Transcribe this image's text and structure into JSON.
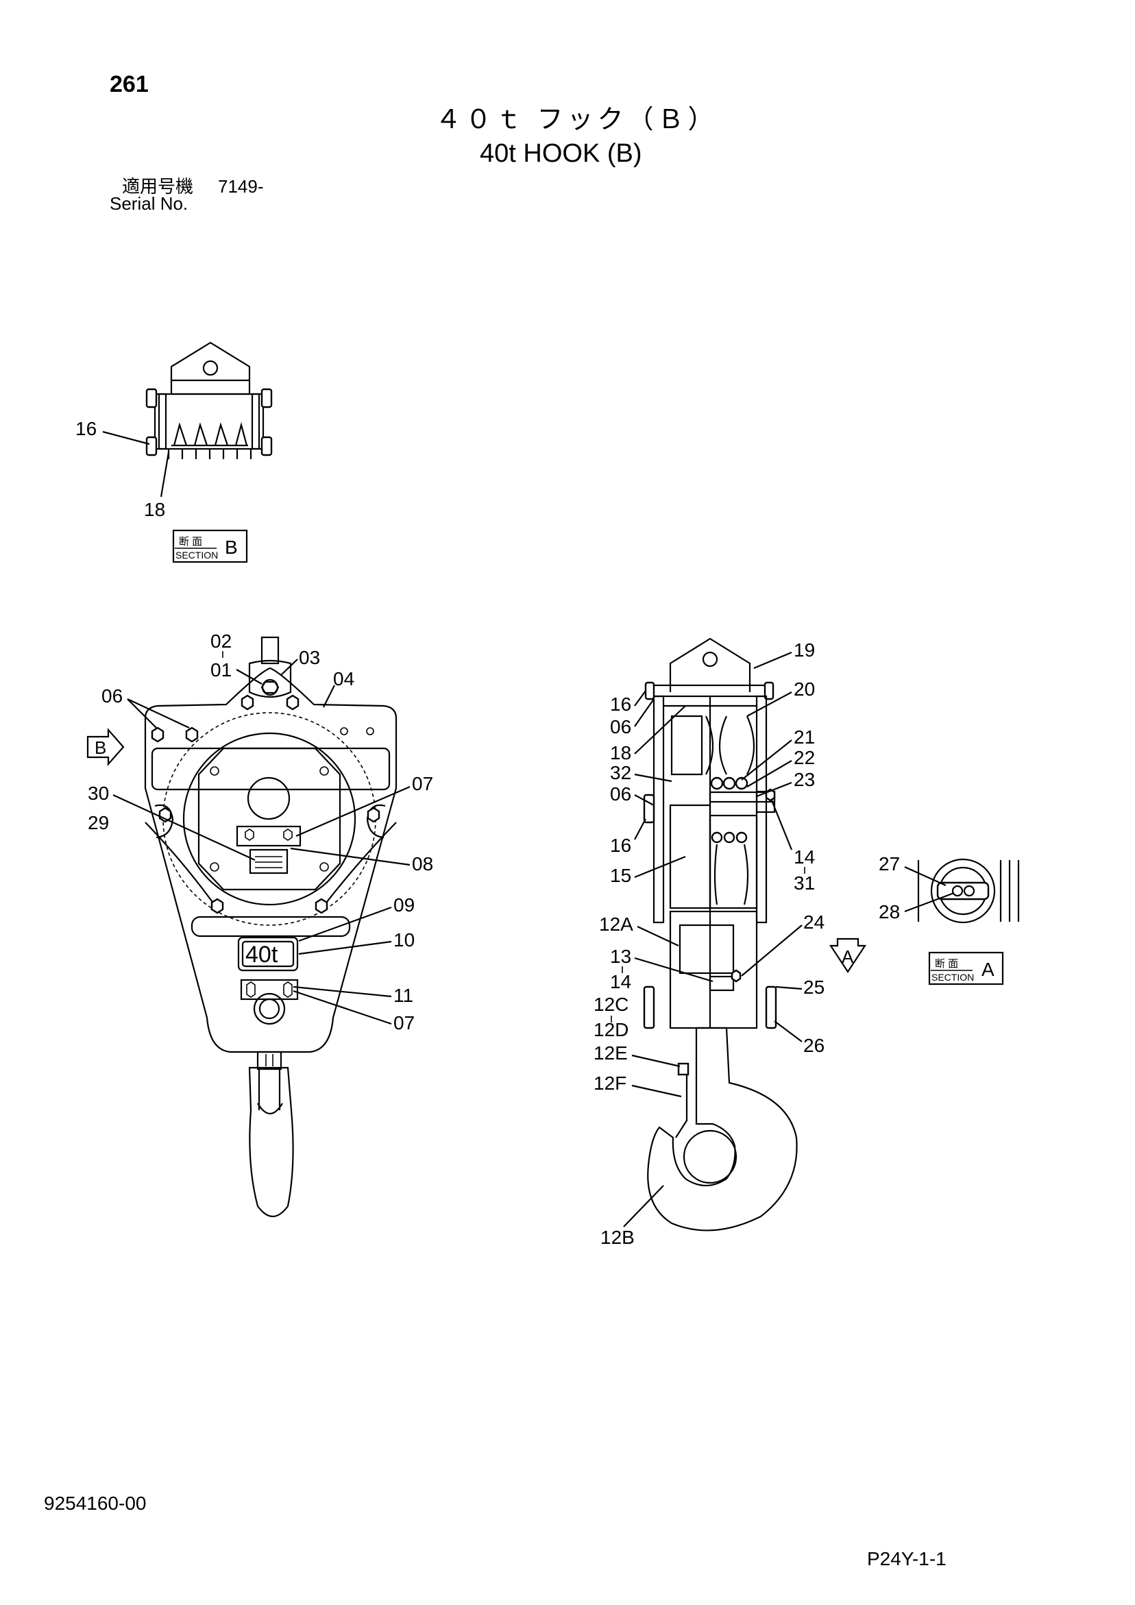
{
  "header": {
    "page_number": "261",
    "title_jp": "４０ｔ フック（Ｂ）",
    "title_en": "40t HOOK (B)",
    "serial_label_jp": "適用号機",
    "serial_value": "7149-",
    "serial_label_en": "Serial No."
  },
  "section_b": {
    "label_jp": "断 面",
    "label_en": "SECTION",
    "letter": "B",
    "callouts": [
      "16",
      "18"
    ]
  },
  "section_a": {
    "label_jp": "断 面",
    "label_en": "SECTION",
    "letter": "A",
    "callouts": [
      "27",
      "28"
    ]
  },
  "view_arrows": {
    "b": "B",
    "a": "A"
  },
  "plate": {
    "capacity_text": "40t"
  },
  "front_view_callouts": [
    "02",
    "01",
    "03",
    "04",
    "06",
    "30",
    "29",
    "07",
    "08",
    "09",
    "10",
    "11",
    "07"
  ],
  "side_view_callouts": [
    "19",
    "20",
    "16",
    "06",
    "18",
    "21",
    "22",
    "32",
    "23",
    "06",
    "16",
    "14",
    "15",
    "31",
    "12A",
    "24",
    "13",
    "14",
    "25",
    "12C",
    "12D",
    "12E",
    "26",
    "12F",
    "12B"
  ],
  "footer": {
    "drawing_number": "9254160-00",
    "page_code": "P24Y-1-1"
  }
}
